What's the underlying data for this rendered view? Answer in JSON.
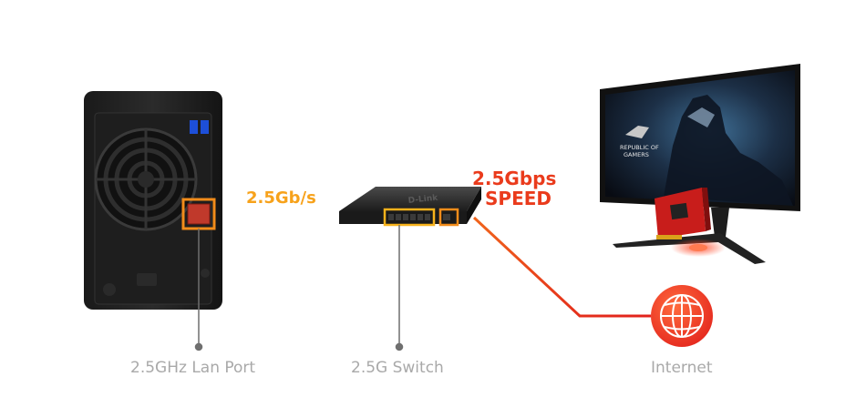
{
  "link_nas_switch": {
    "speed_label": "2.5Gb/s",
    "color": "#f7a21b"
  },
  "link_switch_pc": {
    "speed_line1": "2.5Gbps",
    "speed_line2": "SPEED",
    "color": "#ea3b1c"
  },
  "link_internet": {
    "color": "#e3241c"
  },
  "callouts": {
    "nas_port": {
      "label": "2.5GHz Lan Port"
    },
    "switch": {
      "label": "2.5G Switch"
    },
    "internet": {
      "label": "Internet"
    }
  },
  "devices": {
    "switch": {
      "brand": "D-Link"
    },
    "monitor": {
      "brand_line1": "REPUBLIC OF",
      "brand_line2": "GAMERS"
    }
  },
  "colors": {
    "highlight_orange": "#f28c1a",
    "label_gray": "#a9a9a9",
    "callout_line": "#6f6f6f",
    "brand_red": "#e3241c"
  }
}
